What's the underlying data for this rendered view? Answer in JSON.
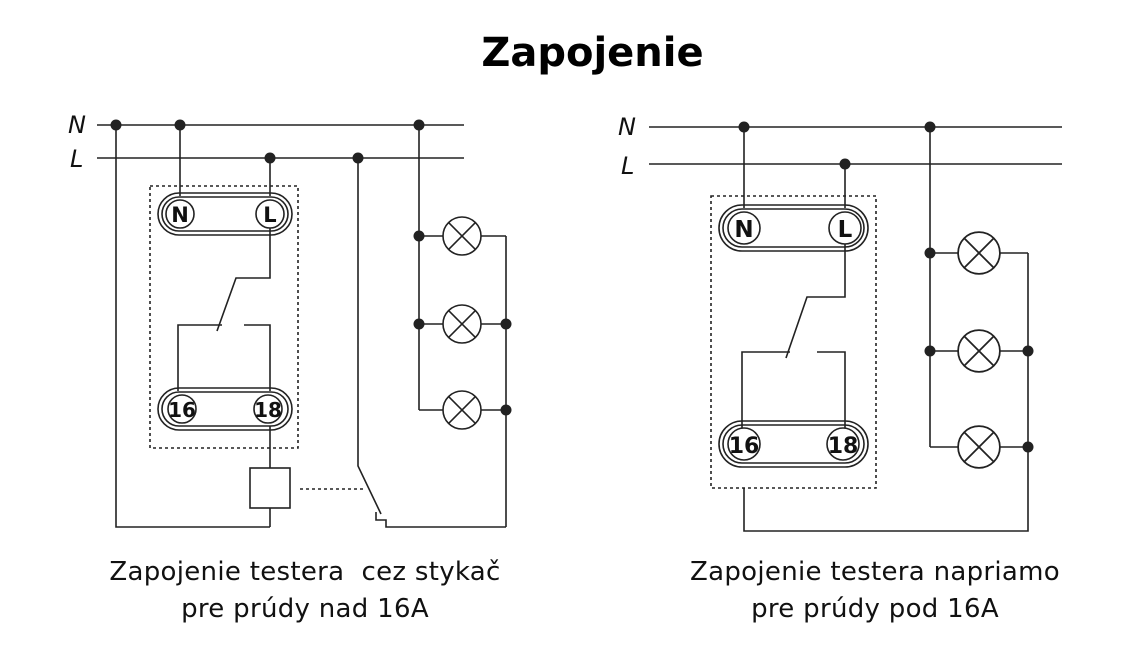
{
  "title": "Zapojenie",
  "left_diagram": {
    "line_labels": {
      "n": "N",
      "l": "L"
    },
    "terminals": {
      "n": "N",
      "l": "L",
      "t16": "16",
      "t18": "18"
    },
    "caption": [
      "Zapojenie testera  cez stykač",
      "pre prúdy nad 16A"
    ]
  },
  "right_diagram": {
    "line_labels": {
      "n": "N",
      "l": "L"
    },
    "terminals": {
      "n": "N",
      "l": "L",
      "t16": "16",
      "t18": "18"
    },
    "caption": [
      "Zapojenie testera napriamo",
      "pre prúdy pod 16A"
    ]
  }
}
